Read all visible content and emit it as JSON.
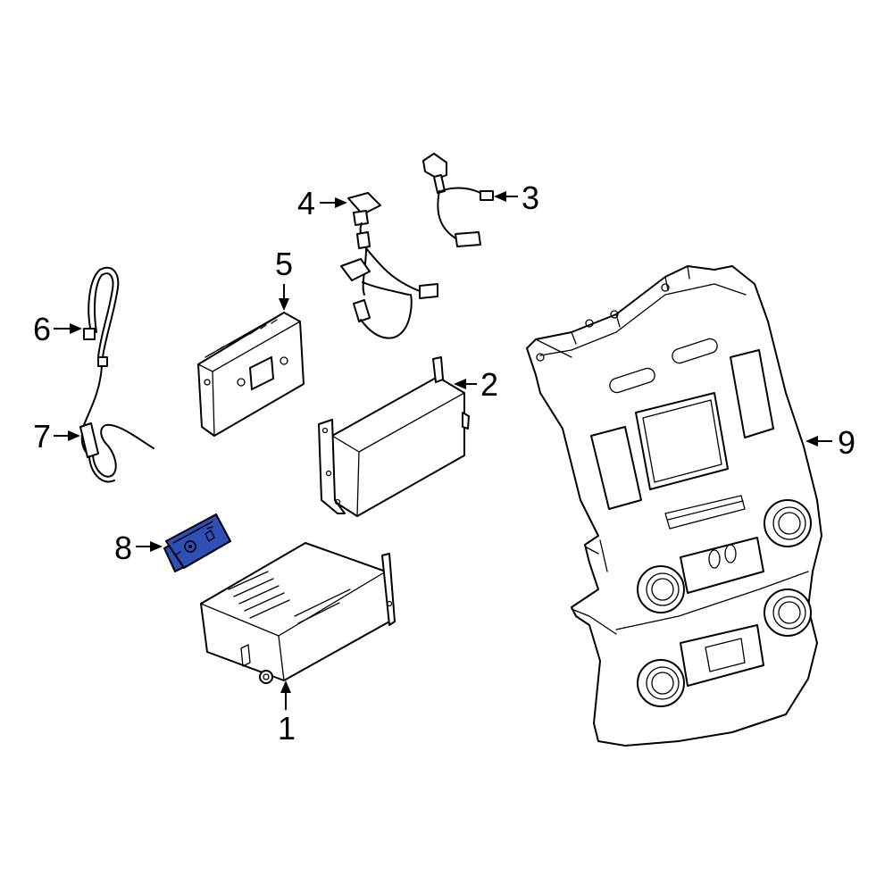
{
  "callouts": {
    "c1": "1",
    "c2": "2",
    "c3": "3",
    "c4": "4",
    "c5": "5",
    "c6": "6",
    "c7": "7",
    "c8": "8",
    "c9": "9"
  },
  "colors": {
    "highlight": "#2f4fb5",
    "line": "#000000",
    "background": "#ffffff"
  }
}
